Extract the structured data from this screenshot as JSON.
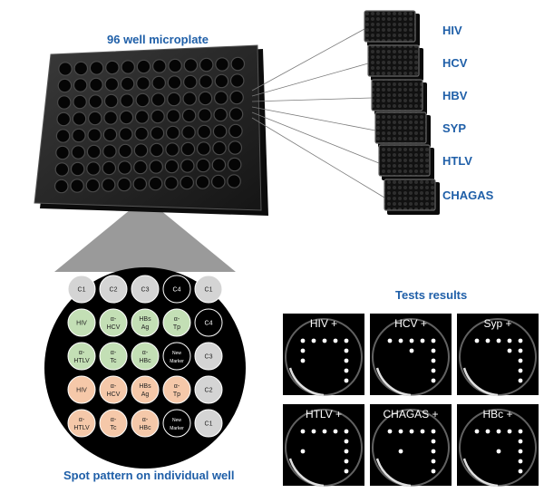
{
  "plate_title": "96 well microplate",
  "spot_title": "Spot pattern on individual well",
  "results_title": "Tests results",
  "tests": [
    "HIV",
    "HCV",
    "HBV",
    "SYP",
    "HTLV",
    "CHAGAS"
  ],
  "spots": [
    [
      {
        "l1": "C1",
        "l2": "",
        "c": "grey"
      },
      {
        "l1": "C2",
        "l2": "",
        "c": "grey"
      },
      {
        "l1": "C3",
        "l2": "",
        "c": "grey"
      },
      {
        "l1": "C4",
        "l2": "",
        "c": "black"
      },
      {
        "l1": "C1",
        "l2": "",
        "c": "grey"
      }
    ],
    [
      {
        "l1": "HIV",
        "l2": "",
        "c": "green"
      },
      {
        "l1": "α-",
        "l2": "HCV",
        "c": "green"
      },
      {
        "l1": "HBs",
        "l2": "Ag",
        "c": "green"
      },
      {
        "l1": "α-",
        "l2": "Tp",
        "c": "green"
      },
      {
        "l1": "C4",
        "l2": "",
        "c": "black"
      }
    ],
    [
      {
        "l1": "α-",
        "l2": "HTLV",
        "c": "green"
      },
      {
        "l1": "α-",
        "l2": "Tc",
        "c": "green"
      },
      {
        "l1": "α-",
        "l2": "HBc",
        "c": "green"
      },
      {
        "l1": "New",
        "l2": "Marker",
        "c": "black"
      },
      {
        "l1": "C3",
        "l2": "",
        "c": "grey"
      }
    ],
    [
      {
        "l1": "HIV",
        "l2": "",
        "c": "peach"
      },
      {
        "l1": "α-",
        "l2": "HCV",
        "c": "peach"
      },
      {
        "l1": "HBs",
        "l2": "Ag",
        "c": "peach"
      },
      {
        "l1": "α-",
        "l2": "Tp",
        "c": "peach"
      },
      {
        "l1": "C2",
        "l2": "",
        "c": "grey"
      }
    ],
    [
      {
        "l1": "α-",
        "l2": "HTLV",
        "c": "peach"
      },
      {
        "l1": "α-",
        "l2": "Tc",
        "c": "peach"
      },
      {
        "l1": "α-",
        "l2": "HBc",
        "c": "peach"
      },
      {
        "l1": "New",
        "l2": "Marker",
        "c": "black"
      },
      {
        "l1": "C1",
        "l2": "",
        "c": "grey"
      }
    ]
  ],
  "results": [
    "HIV +",
    "HCV +",
    "Syp +",
    "HTLV +",
    "CHAGAS +",
    "HBc +"
  ],
  "colors": {
    "label_blue": "#1f5fa8",
    "spot_grey": "#d4d4d4",
    "spot_green": "#c3dfb5",
    "spot_peach": "#f5c8a9",
    "well_black": "#000000"
  }
}
